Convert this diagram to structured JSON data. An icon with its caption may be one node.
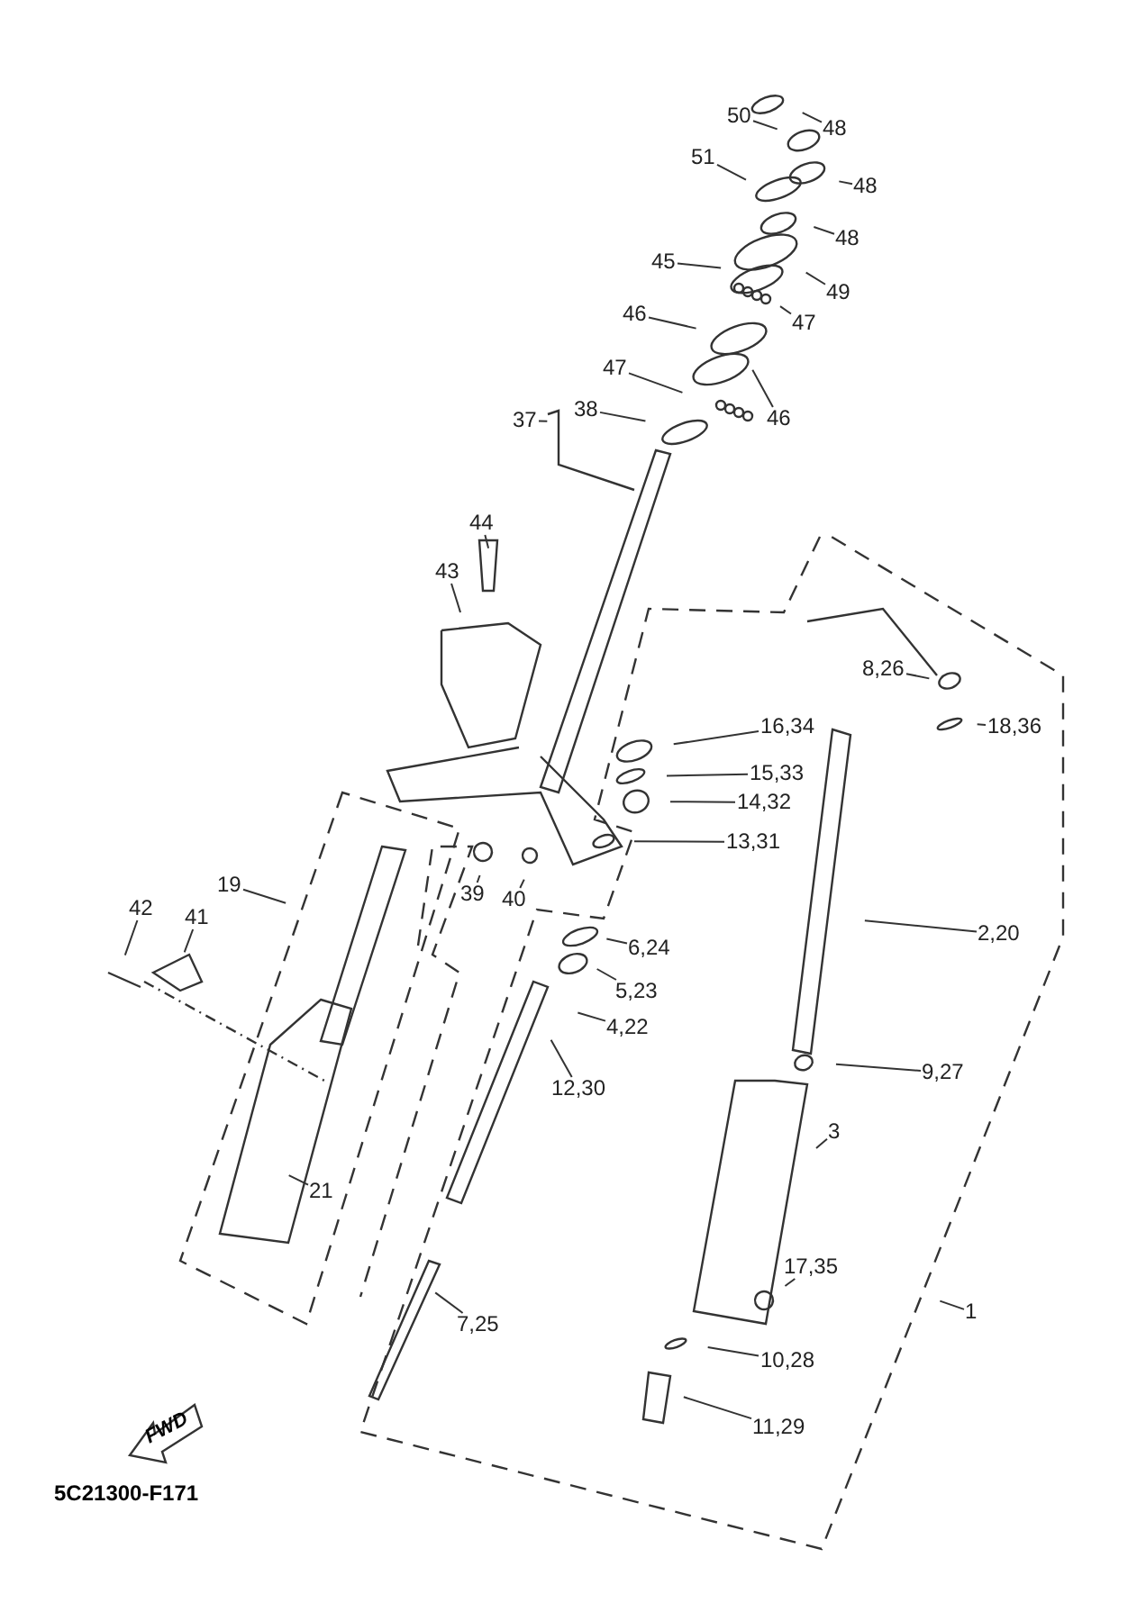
{
  "diagram": {
    "nodes": [
      {
        "text": [
          "50"
        ]
      },
      {
        "text": [
          "48"
        ]
      },
      {
        "text": [
          "51"
        ]
      },
      {
        "text": [
          "48"
        ]
      },
      {
        "text": [
          "48"
        ]
      },
      {
        "text": [
          "45"
        ]
      },
      {
        "text": [
          "49"
        ]
      },
      {
        "text": [
          "46"
        ]
      },
      {
        "text": [
          "47"
        ]
      },
      {
        "text": [
          "47"
        ]
      },
      {
        "text": [
          "46"
        ]
      },
      {
        "text": [
          "37"
        ]
      },
      {
        "text": [
          "38"
        ]
      },
      {
        "text": [
          "44"
        ]
      },
      {
        "text": [
          "43"
        ]
      },
      {
        "text": [
          "8,26"
        ]
      },
      {
        "text": [
          "18,36"
        ]
      },
      {
        "text": [
          "16,34"
        ]
      },
      {
        "text": [
          "15,33"
        ]
      },
      {
        "text": [
          "14,32"
        ]
      },
      {
        "text": [
          "13,31"
        ]
      },
      {
        "text": [
          "19"
        ]
      },
      {
        "text": [
          "39"
        ]
      },
      {
        "text": [
          "40"
        ]
      },
      {
        "text": [
          "42"
        ]
      },
      {
        "text": [
          "41"
        ]
      },
      {
        "text": [
          "6,24"
        ]
      },
      {
        "text": [
          "2,20"
        ]
      },
      {
        "text": [
          "5,23"
        ]
      },
      {
        "text": [
          "4,22"
        ]
      },
      {
        "text": [
          "9,27"
        ]
      },
      {
        "text": [
          "12,30"
        ]
      },
      {
        "text": [
          "3"
        ]
      },
      {
        "text": [
          "21"
        ]
      },
      {
        "text": [
          "17,35"
        ]
      },
      {
        "text": [
          "1"
        ]
      },
      {
        "text": [
          "7,25"
        ]
      },
      {
        "text": [
          "10,28"
        ]
      },
      {
        "text": [
          "11,29"
        ]
      }
    ],
    "edges": [
      {
        "from": 0,
        "to": null,
        "arrow": "none"
      },
      {
        "from": 1,
        "to": null,
        "arrow": "none"
      },
      {
        "from": 2,
        "to": null,
        "arrow": "none"
      },
      {
        "from": 3,
        "to": null,
        "arrow": "none"
      },
      {
        "from": 4,
        "to": null,
        "arrow": "none"
      },
      {
        "from": 5,
        "to": null,
        "arrow": "none"
      },
      {
        "from": 6,
        "to": null,
        "arrow": "none"
      },
      {
        "from": 7,
        "to": null,
        "arrow": "none"
      },
      {
        "from": 8,
        "to": null,
        "arrow": "none"
      },
      {
        "from": 9,
        "to": null,
        "arrow": "none"
      },
      {
        "from": 10,
        "to": null,
        "arrow": "none"
      },
      {
        "from": 11,
        "to": null,
        "arrow": "none"
      },
      {
        "from": 12,
        "to": null,
        "arrow": "none"
      },
      {
        "from": 13,
        "to": null,
        "arrow": "none"
      },
      {
        "from": 14,
        "to": null,
        "arrow": "none"
      },
      {
        "from": 15,
        "to": null,
        "arrow": "none"
      },
      {
        "from": 16,
        "to": null,
        "arrow": "none"
      },
      {
        "from": 17,
        "to": null,
        "arrow": "none"
      },
      {
        "from": 18,
        "to": null,
        "arrow": "none"
      },
      {
        "from": 19,
        "to": null,
        "arrow": "none"
      },
      {
        "from": 20,
        "to": null,
        "arrow": "none"
      },
      {
        "from": 21,
        "to": null,
        "arrow": "none"
      },
      {
        "from": 22,
        "to": null,
        "arrow": "none"
      },
      {
        "from": 23,
        "to": null,
        "arrow": "none"
      },
      {
        "from": 24,
        "to": null,
        "arrow": "none"
      },
      {
        "from": 25,
        "to": null,
        "arrow": "none"
      },
      {
        "from": 26,
        "to": null,
        "arrow": "none"
      },
      {
        "from": 27,
        "to": null,
        "arrow": "none"
      },
      {
        "from": 28,
        "to": null,
        "arrow": "none"
      },
      {
        "from": 29,
        "to": null,
        "arrow": "none"
      },
      {
        "from": 30,
        "to": null,
        "arrow": "none"
      },
      {
        "from": 31,
        "to": null,
        "arrow": "none"
      },
      {
        "from": 32,
        "to": null,
        "arrow": "none"
      },
      {
        "from": 33,
        "to": null,
        "arrow": "none"
      },
      {
        "from": 34,
        "to": null,
        "arrow": "none"
      },
      {
        "from": 35,
        "to": null,
        "arrow": "none"
      },
      {
        "from": 36,
        "to": null,
        "arrow": "none"
      },
      {
        "from": 37,
        "to": null,
        "arrow": "none"
      },
      {
        "from": 38,
        "to": null,
        "arrow": "none"
      }
    ],
    "labels": [
      "FWD",
      "5C21300-F171"
    ]
  }
}
